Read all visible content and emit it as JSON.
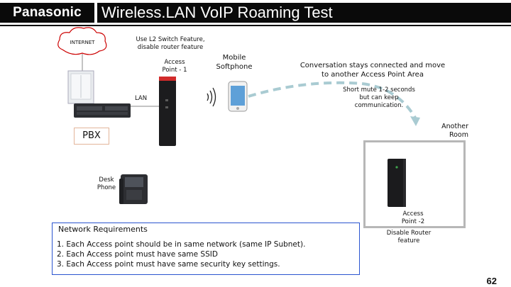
{
  "header": {
    "logo_text": "Panasonic",
    "title": "Wireless.LAN VoIP Roaming Test"
  },
  "diagram": {
    "internet_label": "INTERNET",
    "switch_note": [
      "Use L2 Switch Feature,",
      "disable router feature"
    ],
    "access_point_1": [
      "Access",
      "Point - 1"
    ],
    "mobile_softphone": [
      "Mobile",
      "Softphone"
    ],
    "conversation_note": [
      "Conversation stays connected and move",
      "to another Access Point Area"
    ],
    "mute_note": [
      "Short mute 1-2 seconds",
      "but can keep",
      "communication."
    ],
    "another_room": [
      "Another",
      "Room"
    ],
    "lan_label": "LAN",
    "pbx_label": "PBX",
    "desk_phone": [
      "Desk",
      "Phone"
    ],
    "access_point_2": [
      "Access",
      "Point -2"
    ],
    "disable_router": [
      "Disable Router",
      "feature"
    ]
  },
  "requirements": {
    "title": "Network Requirements",
    "items": [
      "1.  Each Access point should be in same network (same IP Subnet).",
      "2.  Each Access point must have same SSID",
      "3.  Each Access point must have same security key settings."
    ]
  },
  "page_number": "62",
  "colors": {
    "header_bg": "#0a0a0a",
    "roaming_arrow": "#a9cbd2",
    "requirements_border": "#2b55d0",
    "room_border": "#b7b7b7"
  }
}
